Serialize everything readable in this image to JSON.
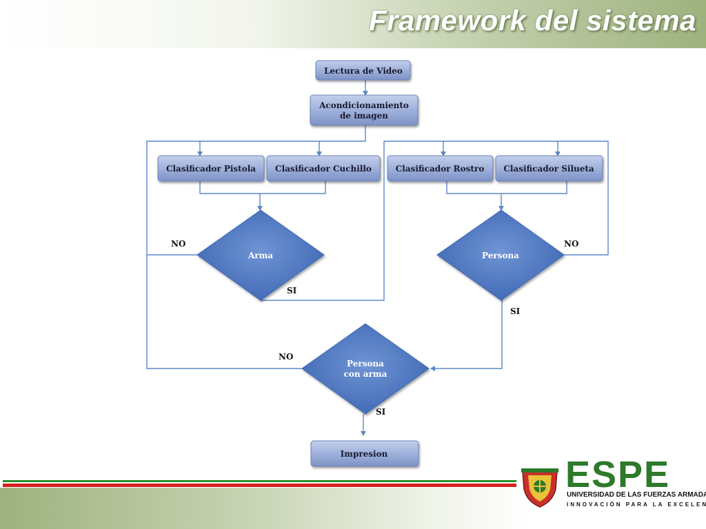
{
  "header": {
    "title": "Framework del sistema"
  },
  "flowchart": {
    "nodes": {
      "lectura": "Lectura de Video",
      "acondicionamiento_l1": "Acondicionamiento",
      "acondicionamiento_l2": "de imagen",
      "clf_pistola": "Clasificador Pistola",
      "clf_cuchillo": "Clasificador Cuchillo",
      "clf_rostro": "Clasificador Rostro",
      "clf_silueta": "Clasificador Silueta",
      "arma": "Arma",
      "persona": "Persona",
      "persona_arma_l1": "Persona",
      "persona_arma_l2": "con arma",
      "impresion": "Impresion"
    },
    "labels": {
      "arma_no": "NO",
      "arma_si": "SI",
      "persona_no": "NO",
      "persona_si": "SI",
      "final_no": "NO",
      "final_si": "SI"
    }
  },
  "footer": {
    "logo_text": "ESPE",
    "university": "UNIVERSIDAD DE LAS FUERZAS ARMADAS",
    "motto": "INNOVACIÓN PARA LA EXCELENCIA"
  },
  "colors": {
    "node_fill": "#8fa3cf",
    "decision_fill": "#4f7ac4",
    "line": "#5b86c8",
    "logo_green": "#2d7a2a",
    "stripe_red": "#d62020"
  }
}
